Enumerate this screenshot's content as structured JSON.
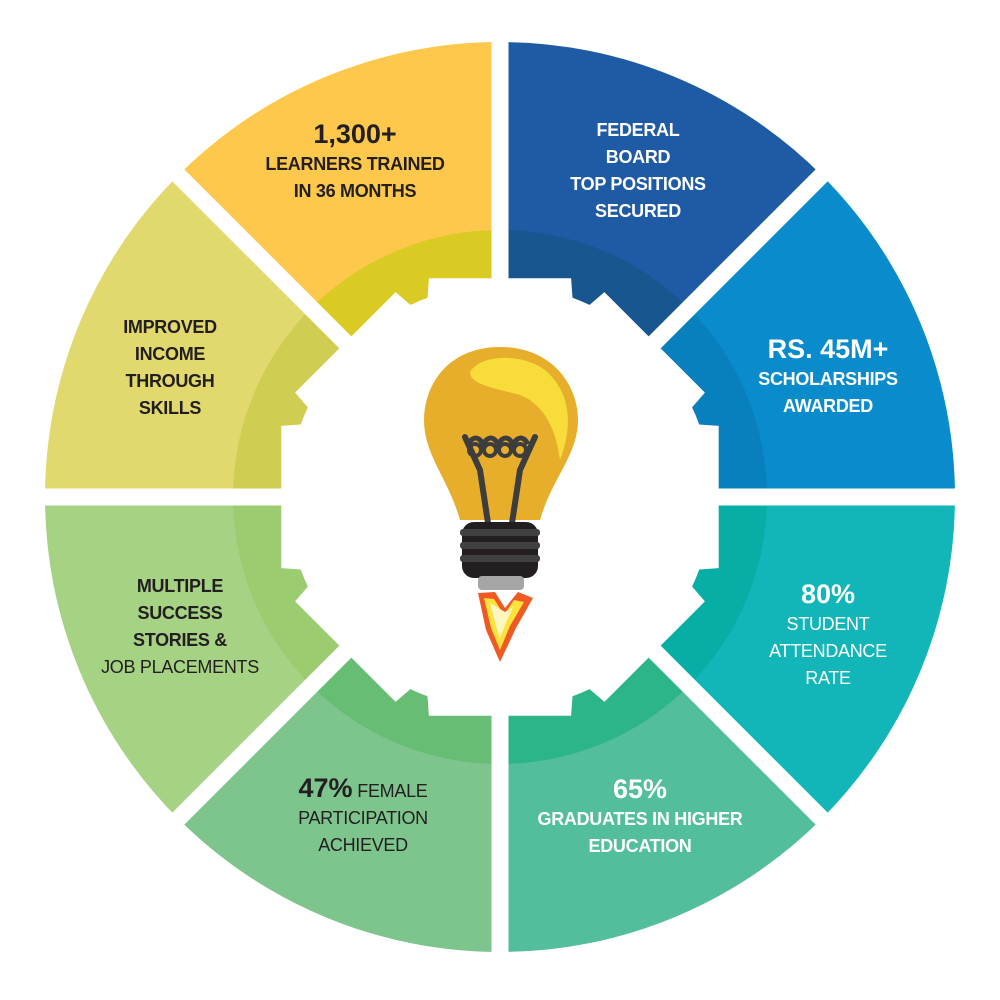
{
  "colors": {
    "gap": "#ffffff",
    "text_dark": "#231f20",
    "text_light": "#ffffff"
  },
  "center_icon": "lightbulb-rocket-icon",
  "segments": [
    {
      "id": "federal-board",
      "outer": "#1f5aa5",
      "inner": "#17568f",
      "tone": "light",
      "lines": [
        [
          {
            "t": "FEDERAL",
            "s": "b"
          }
        ],
        [
          {
            "t": "BOARD",
            "s": "b"
          }
        ],
        [
          {
            "t": "TOP POSITIONS",
            "s": "b"
          }
        ],
        [
          {
            "t": "SECURED",
            "s": "b"
          }
        ]
      ]
    },
    {
      "id": "scholarships",
      "outer": "#0a8ccc",
      "inner": "#0780bd",
      "tone": "light",
      "lines": [
        [
          {
            "t": "RS. 45M+",
            "s": "big"
          }
        ],
        [
          {
            "t": "SCHOLARSHIPS",
            "s": "b"
          }
        ],
        [
          {
            "t": "AWARDED",
            "s": "b"
          }
        ]
      ]
    },
    {
      "id": "attendance",
      "outer": "#12b6b9",
      "inner": "#06aea6",
      "tone": "light",
      "lines": [
        [
          {
            "t": "80%",
            "s": "big"
          }
        ],
        [
          {
            "t": "STUDENT",
            "s": ""
          }
        ],
        [
          {
            "t": "ATTENDANCE",
            "s": ""
          }
        ],
        [
          {
            "t": "RATE",
            "s": ""
          }
        ]
      ]
    },
    {
      "id": "higher-education",
      "outer": "#52be9c",
      "inner": "#2db58a",
      "tone": "light",
      "lines": [
        [
          {
            "t": "65%",
            "s": "big"
          }
        ],
        [
          {
            "t": "GRADUATES IN HIGHER",
            "s": "b"
          }
        ],
        [
          {
            "t": "EDUCATION",
            "s": "b"
          }
        ]
      ]
    },
    {
      "id": "female-participation",
      "outer": "#7dc58d",
      "inner": "#67bd74",
      "tone": "dark",
      "lines": [
        [
          {
            "t": "47%",
            "s": "big"
          },
          {
            "t": " FEMALE",
            "s": ""
          }
        ],
        [
          {
            "t": "PARTICIPATION",
            "s": ""
          }
        ],
        [
          {
            "t": "ACHIEVED",
            "s": ""
          }
        ]
      ]
    },
    {
      "id": "success-stories",
      "outer": "#a5d283",
      "inner": "#9bcc70",
      "tone": "dark",
      "lines": [
        [
          {
            "t": "MULTIPLE",
            "s": "b"
          }
        ],
        [
          {
            "t": "SUCCESS",
            "s": "b"
          }
        ],
        [
          {
            "t": "STORIES &",
            "s": "b"
          }
        ],
        [
          {
            "t": "JOB PLACEMENTS",
            "s": ""
          }
        ]
      ]
    },
    {
      "id": "improved-income",
      "outer": "#e1d96d",
      "inner": "#cfcd52",
      "tone": "dark",
      "lines": [
        [
          {
            "t": "IMPROVED",
            "s": "b"
          }
        ],
        [
          {
            "t": "INCOME",
            "s": "b"
          }
        ],
        [
          {
            "t": "THROUGH",
            "s": "b"
          }
        ],
        [
          {
            "t": "SKILLS",
            "s": "b"
          }
        ]
      ]
    },
    {
      "id": "learners-trained",
      "outer": "#fdc84c",
      "inner": "#d9cb23",
      "tone": "dark",
      "lines": [
        [
          {
            "t": "1,300+",
            "s": "big"
          }
        ],
        [
          {
            "t": "LEARNERS TRAINED",
            "s": "b"
          }
        ],
        [
          {
            "t": "IN 36 MONTHS",
            "s": "b"
          }
        ]
      ]
    }
  ]
}
